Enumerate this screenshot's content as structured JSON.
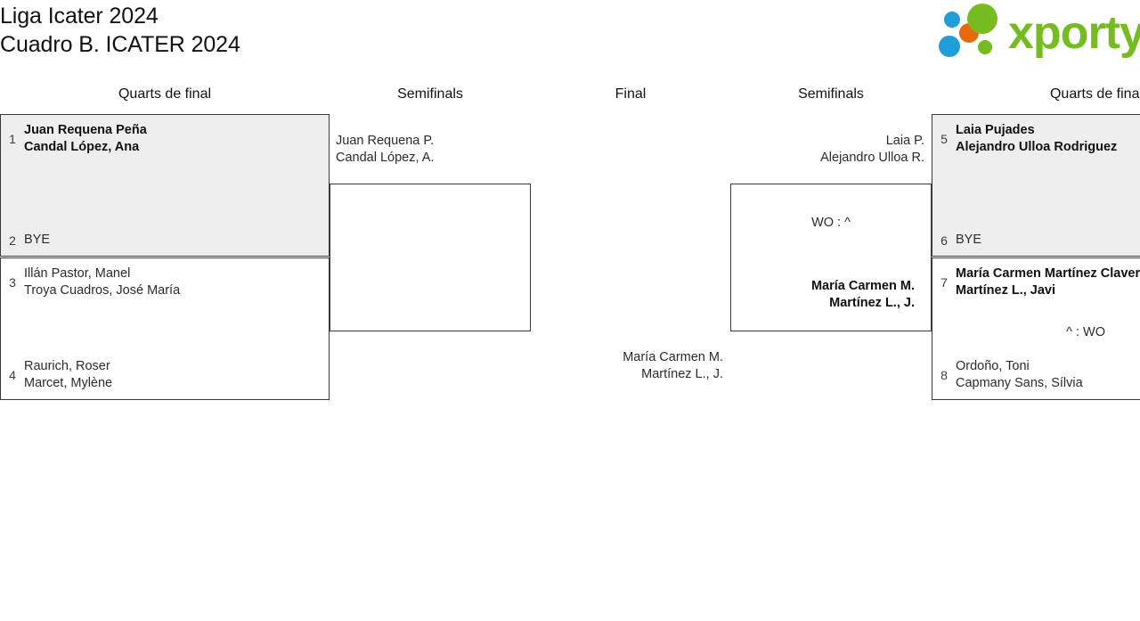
{
  "header": {
    "title_line1": "Liga Icater 2024",
    "title_line2": "Cuadro B. ICATER 2024",
    "logo_text": "xporty",
    "logo_colors": {
      "green": "#76bc21",
      "blue": "#1f9ed9",
      "orange": "#e8690b"
    }
  },
  "columns": {
    "quarts_left": "Quarts de final",
    "semis_left": "Semifinals",
    "final": "Final",
    "semis_right": "Semifinals",
    "quarts_right": "Quarts de final"
  },
  "bracket": {
    "left_quarters": [
      {
        "top": {
          "seed": "1",
          "line1": "Juan Requena Peña",
          "line2": "Candal López, Ana",
          "winner": true
        },
        "bottom": {
          "seed": "2",
          "line1": "BYE",
          "line2": "",
          "winner": false
        },
        "shaded": true
      },
      {
        "top": {
          "seed": "3",
          "line1": "Illán Pastor, Manel",
          "line2": "Troya Cuadros, José María",
          "winner": false
        },
        "bottom": {
          "seed": "4",
          "line1": "Raurich, Roser",
          "line2": "Marcet, Mylène",
          "winner": false
        },
        "shaded": false
      }
    ],
    "right_quarters": [
      {
        "top": {
          "seed": "5",
          "line1": "Laia Pujades",
          "line2": "Alejandro Ulloa Rodriguez",
          "winner": true
        },
        "bottom": {
          "seed": "6",
          "line1": "BYE",
          "line2": "",
          "winner": false
        },
        "shaded": true
      },
      {
        "top": {
          "seed": "7",
          "line1": "María Carmen Martínez Clavero",
          "line2": "Martínez L., Javi",
          "winner": true
        },
        "bottom": {
          "seed": "8",
          "line1": "Ordoño, Toni",
          "line2": "Capmany Sans, Sílvia",
          "winner": false
        },
        "shaded": false
      }
    ],
    "left_semifinal": {
      "advancing": {
        "line1": "Juan Requena P.",
        "line2": "Candal López, A.",
        "winner": false
      },
      "score": ""
    },
    "right_semifinal": {
      "advancing": {
        "line1": "Laia P.",
        "line2": "Alejandro Ulloa R.",
        "winner": false
      },
      "score": "WO : ^",
      "result": {
        "line1": "María Carmen M.",
        "line2": "Martínez L., J.",
        "winner": true
      }
    },
    "right_quarter_score": "^ : WO",
    "final": {
      "advancing": {
        "line1": "María Carmen M.",
        "line2": "Martínez L., J.",
        "winner": false
      }
    }
  }
}
